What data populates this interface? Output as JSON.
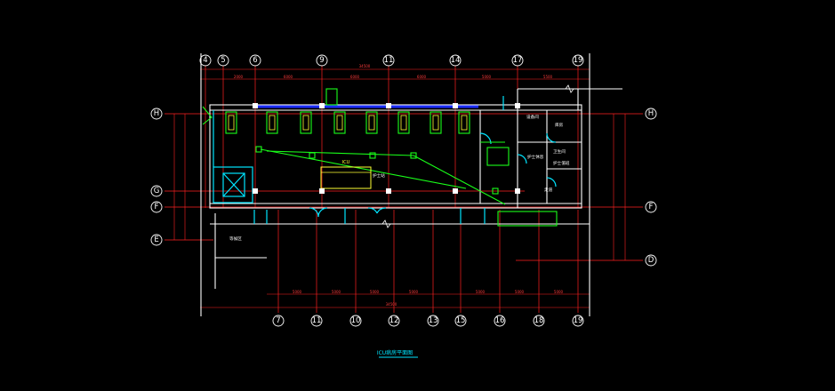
{
  "drawing": {
    "title": "ICU病房平面图",
    "top_grid": [
      "4",
      "5",
      "6",
      "9",
      "11",
      "14",
      "17",
      "19"
    ],
    "bottom_grid": [
      "7",
      "11",
      "10",
      "12",
      "13",
      "15",
      "16",
      "18",
      "19"
    ],
    "left_grid": [
      "H",
      "G",
      "F",
      "E"
    ],
    "right_grid": [
      "H",
      "F",
      "D"
    ],
    "top_overall_dim": "34500",
    "bottom_overall_dim": "34500",
    "top_dims": [
      "2000",
      "6000",
      "6000",
      "6000",
      "5000",
      "5500"
    ],
    "bottom_dims": [
      "5000",
      "5000",
      "5000",
      "5000",
      "5000",
      "5000",
      "5000"
    ],
    "room_labels": {
      "icu": "ICU",
      "nurse_station": "护士站",
      "equipment_room": "设备间",
      "corridor": "走道",
      "lounge": "护士休息",
      "toilet": "卫生间",
      "storage": "库房",
      "on_call": "护士值班",
      "waiting": "等候区"
    }
  },
  "colors": {
    "background": "#000000",
    "grid_axis": "#ff2020",
    "walls": "#ffffff",
    "doors": "#00e5ff",
    "equipment": "#19ff19",
    "beds": "#ffff33",
    "windows": "#1a2bff"
  }
}
